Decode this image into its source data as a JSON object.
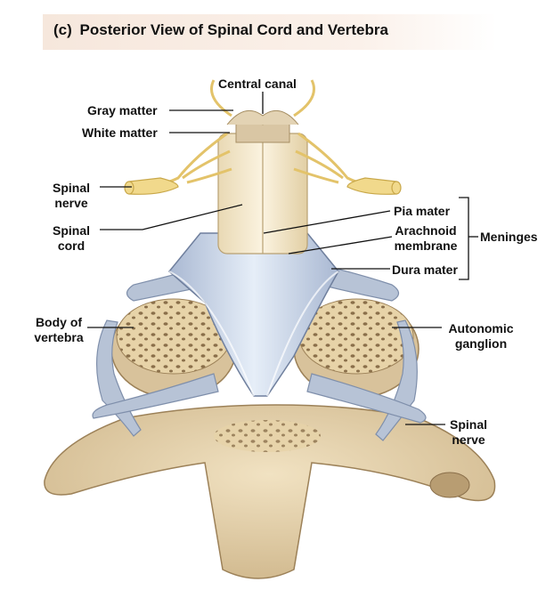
{
  "figure": {
    "tag": "(c)",
    "title": "Posterior View of Spinal Cord and Vertebra"
  },
  "labels": {
    "central_canal": "Central canal",
    "gray_matter": "Gray matter",
    "white_matter": "White matter",
    "spinal_nerve_left_1": "Spinal",
    "spinal_nerve_left_2": "nerve",
    "spinal_cord_1": "Spinal",
    "spinal_cord_2": "cord",
    "body_of_vertebra_1": "Body of",
    "body_of_vertebra_2": "vertebra",
    "pia_mater": "Pia mater",
    "arachnoid_1": "Arachnoid",
    "arachnoid_2": "membrane",
    "dura_mater": "Dura mater",
    "meninges": "Meninges",
    "autonomic_1": "Autonomic",
    "autonomic_2": "ganglion",
    "spinal_nerve_right_1": "Spinal",
    "spinal_nerve_right_2": "nerve"
  },
  "colors": {
    "bone": "#e8d6b0",
    "bone_shadow": "#c9b083",
    "dura": "#b9c6db",
    "nerve": "#f0d58a",
    "cord": "#f3e6c8",
    "vessel": "#d6a070"
  }
}
